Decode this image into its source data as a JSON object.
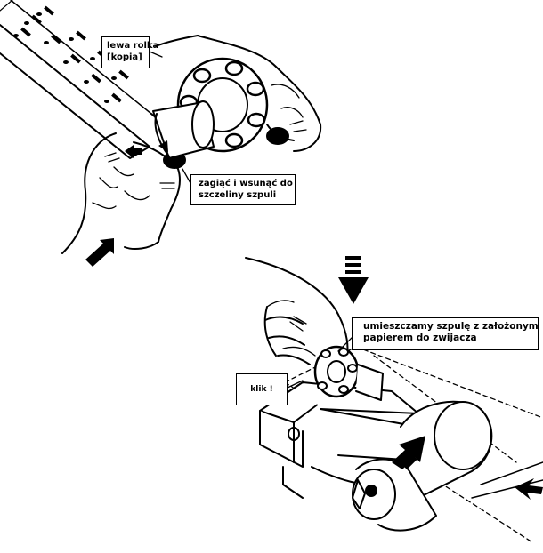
{
  "callouts": {
    "left_roll": [
      "lewa rolka",
      "[kopia]"
    ],
    "fold_insert": [
      "zagiąć  i wsunąć do",
      "szczeliny szpuli"
    ],
    "place_spool": [
      "umieszczamy szpulę z założonym",
      "papierem do zwijacza"
    ],
    "click": "klik !"
  }
}
